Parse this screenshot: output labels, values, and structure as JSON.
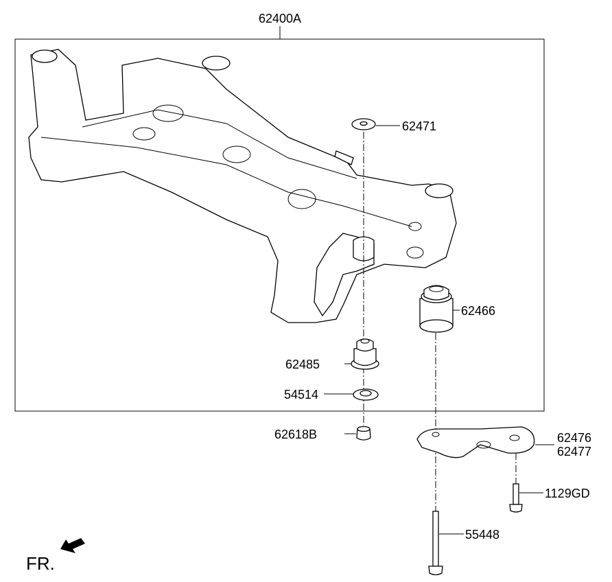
{
  "diagram": {
    "assembly_label": "62400A",
    "parts": [
      {
        "number": "62471"
      },
      {
        "number": "62466"
      },
      {
        "number": "62485"
      },
      {
        "number": "54514"
      },
      {
        "number": "62618B"
      },
      {
        "number": "62476"
      },
      {
        "number": "62477"
      },
      {
        "number": "1129GD"
      },
      {
        "number": "55448"
      }
    ],
    "direction_label": "FR."
  }
}
